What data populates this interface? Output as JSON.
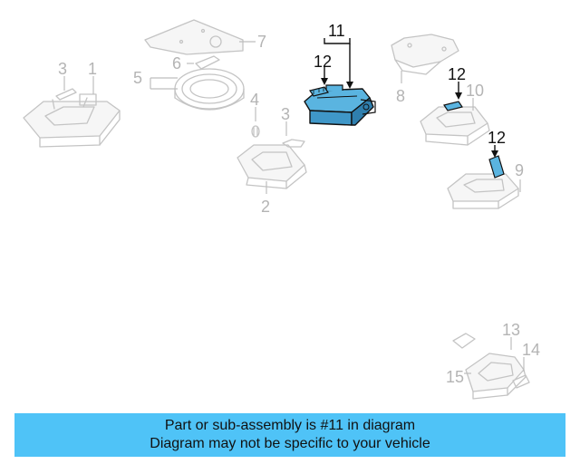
{
  "diagram": {
    "highlight_color": "#4fc3f7",
    "callouts": {
      "c1": "1",
      "c2": "2",
      "c3a": "3",
      "c3b": "3",
      "c4": "4",
      "c5": "5",
      "c7": "7",
      "c8": "8",
      "c9": "9",
      "c10": "10",
      "c11": "11",
      "c12a": "12",
      "c12b": "12",
      "c12c": "12",
      "c13": "13",
      "c14": "14",
      "c15": "15"
    }
  },
  "banner": {
    "line1": "Part or sub-assembly is #11 in diagram",
    "line2": "Diagram may not be specific to your vehicle",
    "background": "#4fc3f7"
  }
}
